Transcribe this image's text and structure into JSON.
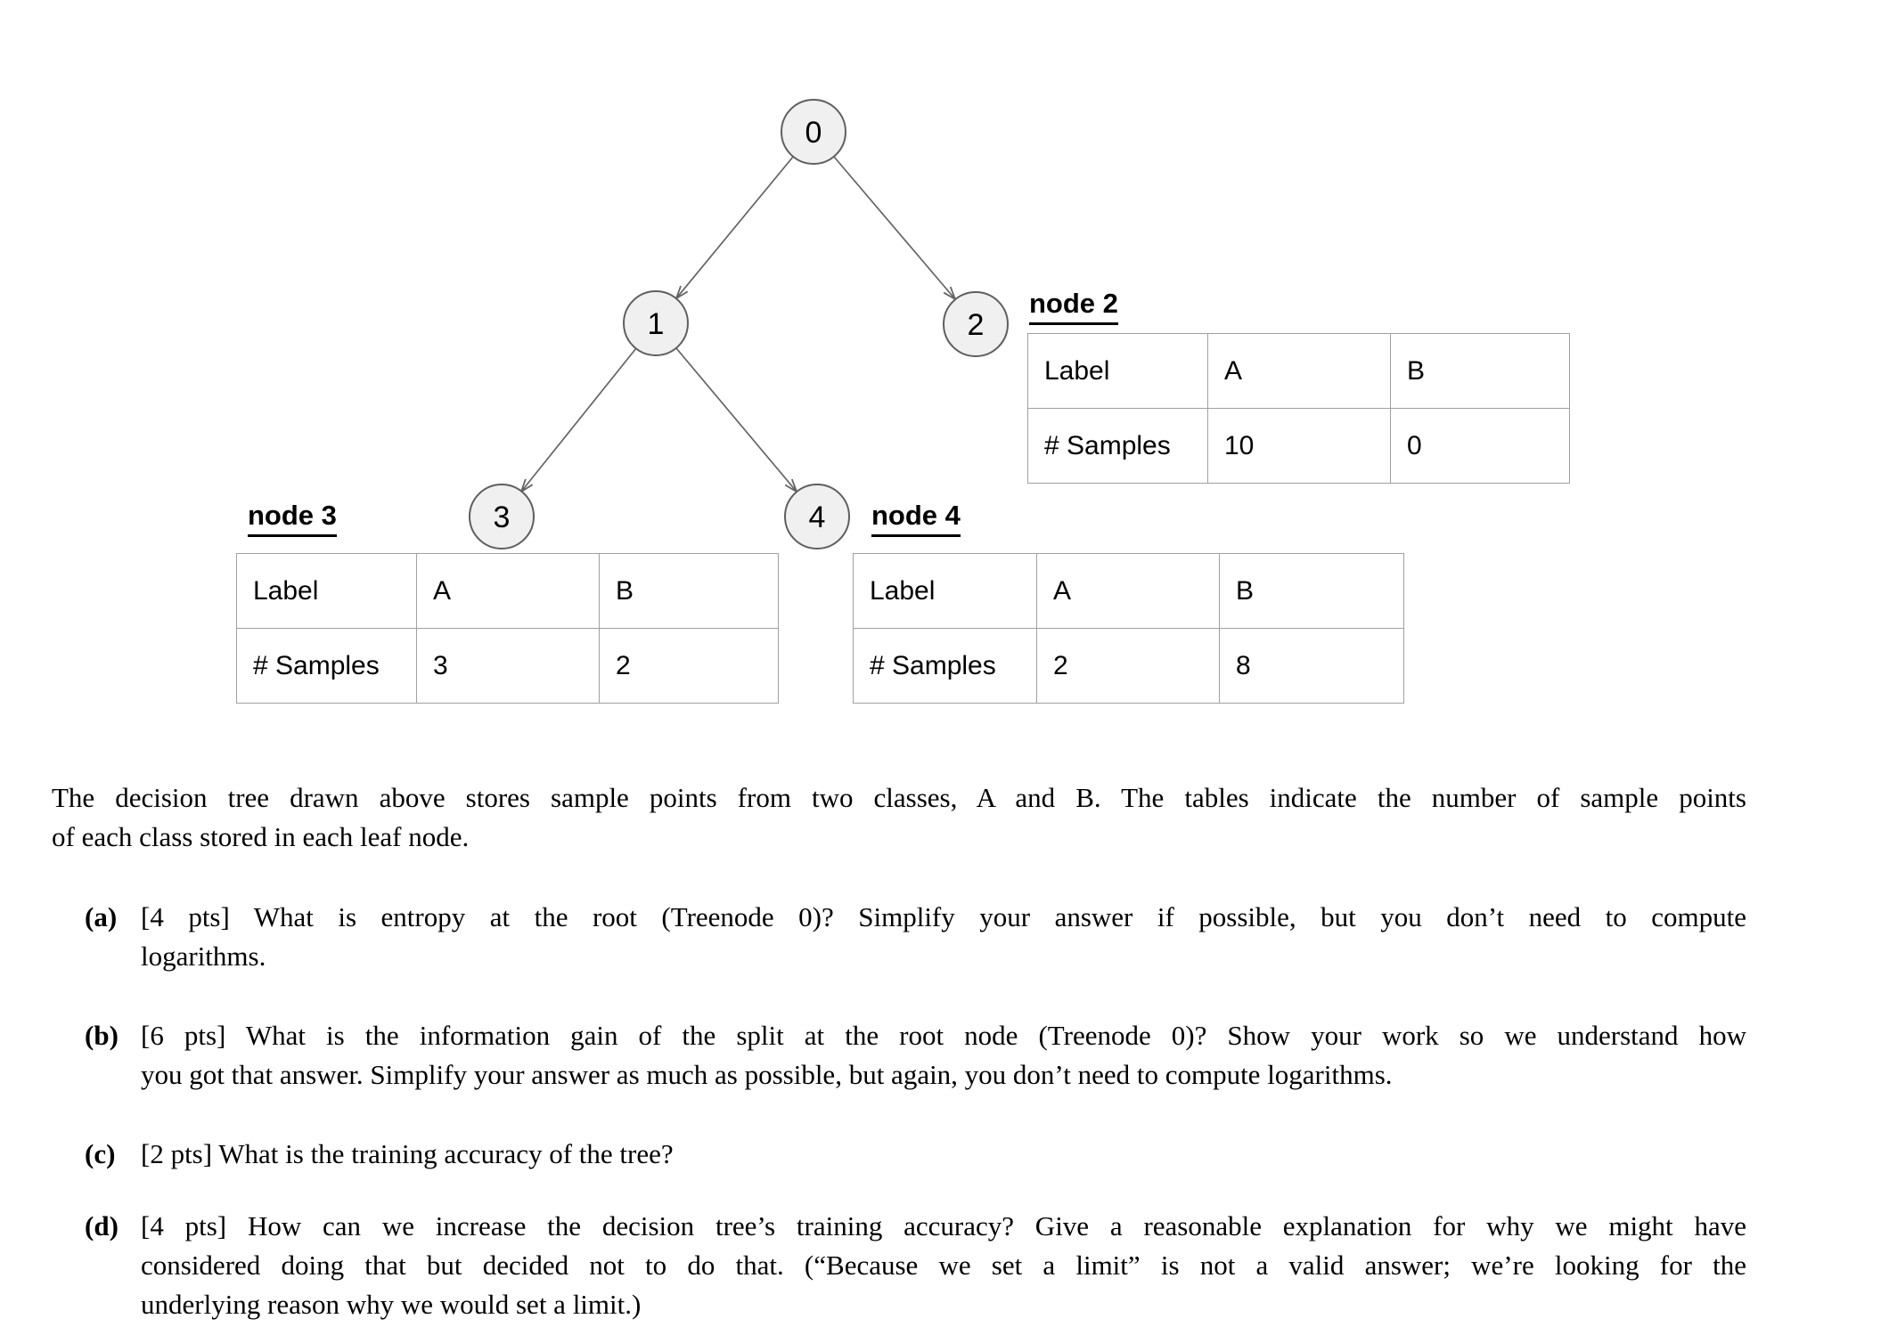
{
  "colors": {
    "page-bg": "#ffffff",
    "text": "#000000",
    "node-fill": "#f0f0f0",
    "node-stroke": "#5f5f5f",
    "edge": "#646464",
    "table-border": "#a0a0a0",
    "underline": "#000000"
  },
  "tree": {
    "nodes": [
      {
        "label": "0"
      },
      {
        "label": "1"
      },
      {
        "label": "2"
      },
      {
        "label": "3"
      },
      {
        "label": "4"
      }
    ],
    "edges": [
      "0-1",
      "0-2",
      "1-3",
      "1-4"
    ]
  },
  "tables": {
    "node2": {
      "title": "node 2",
      "rows": [
        [
          "Label",
          "A",
          "B"
        ],
        [
          "# Samples",
          "10",
          "0"
        ]
      ]
    },
    "node3": {
      "title": "node 3",
      "rows": [
        [
          "Label",
          "A",
          "B"
        ],
        [
          "# Samples",
          "3",
          "2"
        ]
      ]
    },
    "node4": {
      "title": "node 4",
      "rows": [
        [
          "Label",
          "A",
          "B"
        ],
        [
          "# Samples",
          "2",
          "8"
        ]
      ]
    }
  },
  "body": {
    "paragraph": {
      "lines": [
        "The decision tree drawn above stores sample points from two classes, A and B. The tables indicate the number of sample points",
        "of each class stored in each leaf node."
      ]
    },
    "questions": [
      {
        "label": "(a)",
        "lines": [
          "[4 pts] What is entropy at the root (Treenode 0)? Simplify your answer if possible, but you don’t need to compute",
          "logarithms."
        ]
      },
      {
        "label": "(b)",
        "lines": [
          "[6 pts] What is the information gain of the split at the root node (Treenode 0)? Show your work so we understand how",
          "you got that answer. Simplify your answer as much as possible, but again, you don’t need to compute logarithms."
        ]
      },
      {
        "label": "(c)",
        "lines": [
          "[2 pts] What is the training accuracy of the tree?"
        ]
      },
      {
        "label": "(d)",
        "lines": [
          "[4 pts] How can we increase the decision tree’s training accuracy? Give a reasonable explanation for why we might have",
          "considered doing that but decided not to do that. (“Because we set a limit” is not a valid answer; we’re looking for the",
          "underlying reason why we would set a limit.)"
        ]
      }
    ]
  }
}
